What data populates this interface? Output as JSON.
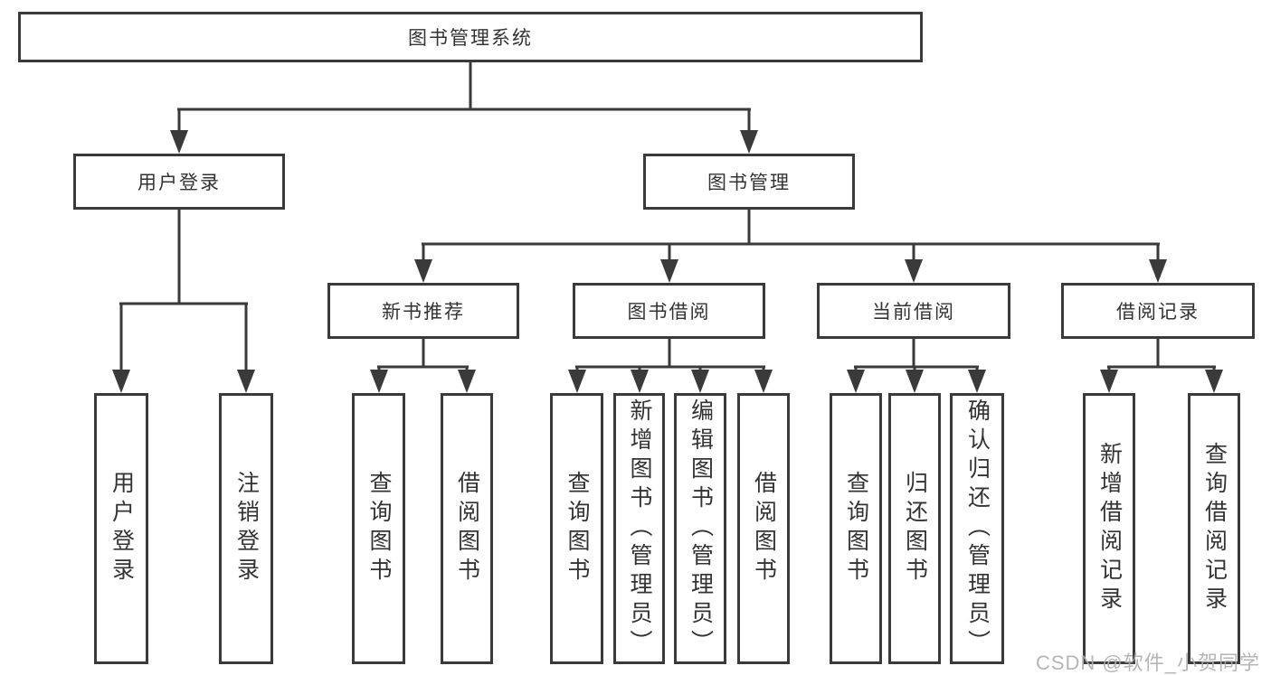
{
  "diagram": {
    "title": "图书管理系统",
    "level2": [
      {
        "label": "用户登录"
      },
      {
        "label": "图书管理"
      }
    ],
    "level3": [
      {
        "label": "新书推荐",
        "parent": "图书管理"
      },
      {
        "label": "图书借阅",
        "parent": "图书管理"
      },
      {
        "label": "当前借阅",
        "parent": "图书管理"
      },
      {
        "label": "借阅记录",
        "parent": "图书管理"
      }
    ],
    "level4": [
      {
        "label": "用户登录",
        "parent": "用户登录"
      },
      {
        "label": "注销登录",
        "parent": "用户登录"
      },
      {
        "label": "查询图书",
        "parent": "新书推荐"
      },
      {
        "label": "借阅图书",
        "parent": "新书推荐"
      },
      {
        "label": "查询图书",
        "parent": "图书借阅"
      },
      {
        "label": "新增图书（管理员）",
        "parent": "图书借阅"
      },
      {
        "label": "编辑图书（管理员）",
        "parent": "图书借阅"
      },
      {
        "label": "借阅图书",
        "parent": "图书借阅"
      },
      {
        "label": "查询图书",
        "parent": "当前借阅"
      },
      {
        "label": "归还图书",
        "parent": "当前借阅"
      },
      {
        "label": "确认归还（管理员）",
        "parent": "当前借阅"
      },
      {
        "label": "新增借阅记录",
        "parent": "借阅记录"
      },
      {
        "label": "查询借阅记录",
        "parent": "借阅记录"
      }
    ],
    "watermark": "CSDN @软件_小贺同学",
    "colors": {
      "line": "#3a3a3a",
      "text": "#333333",
      "background": "#ffffff",
      "watermark": "#aeaeae"
    }
  }
}
